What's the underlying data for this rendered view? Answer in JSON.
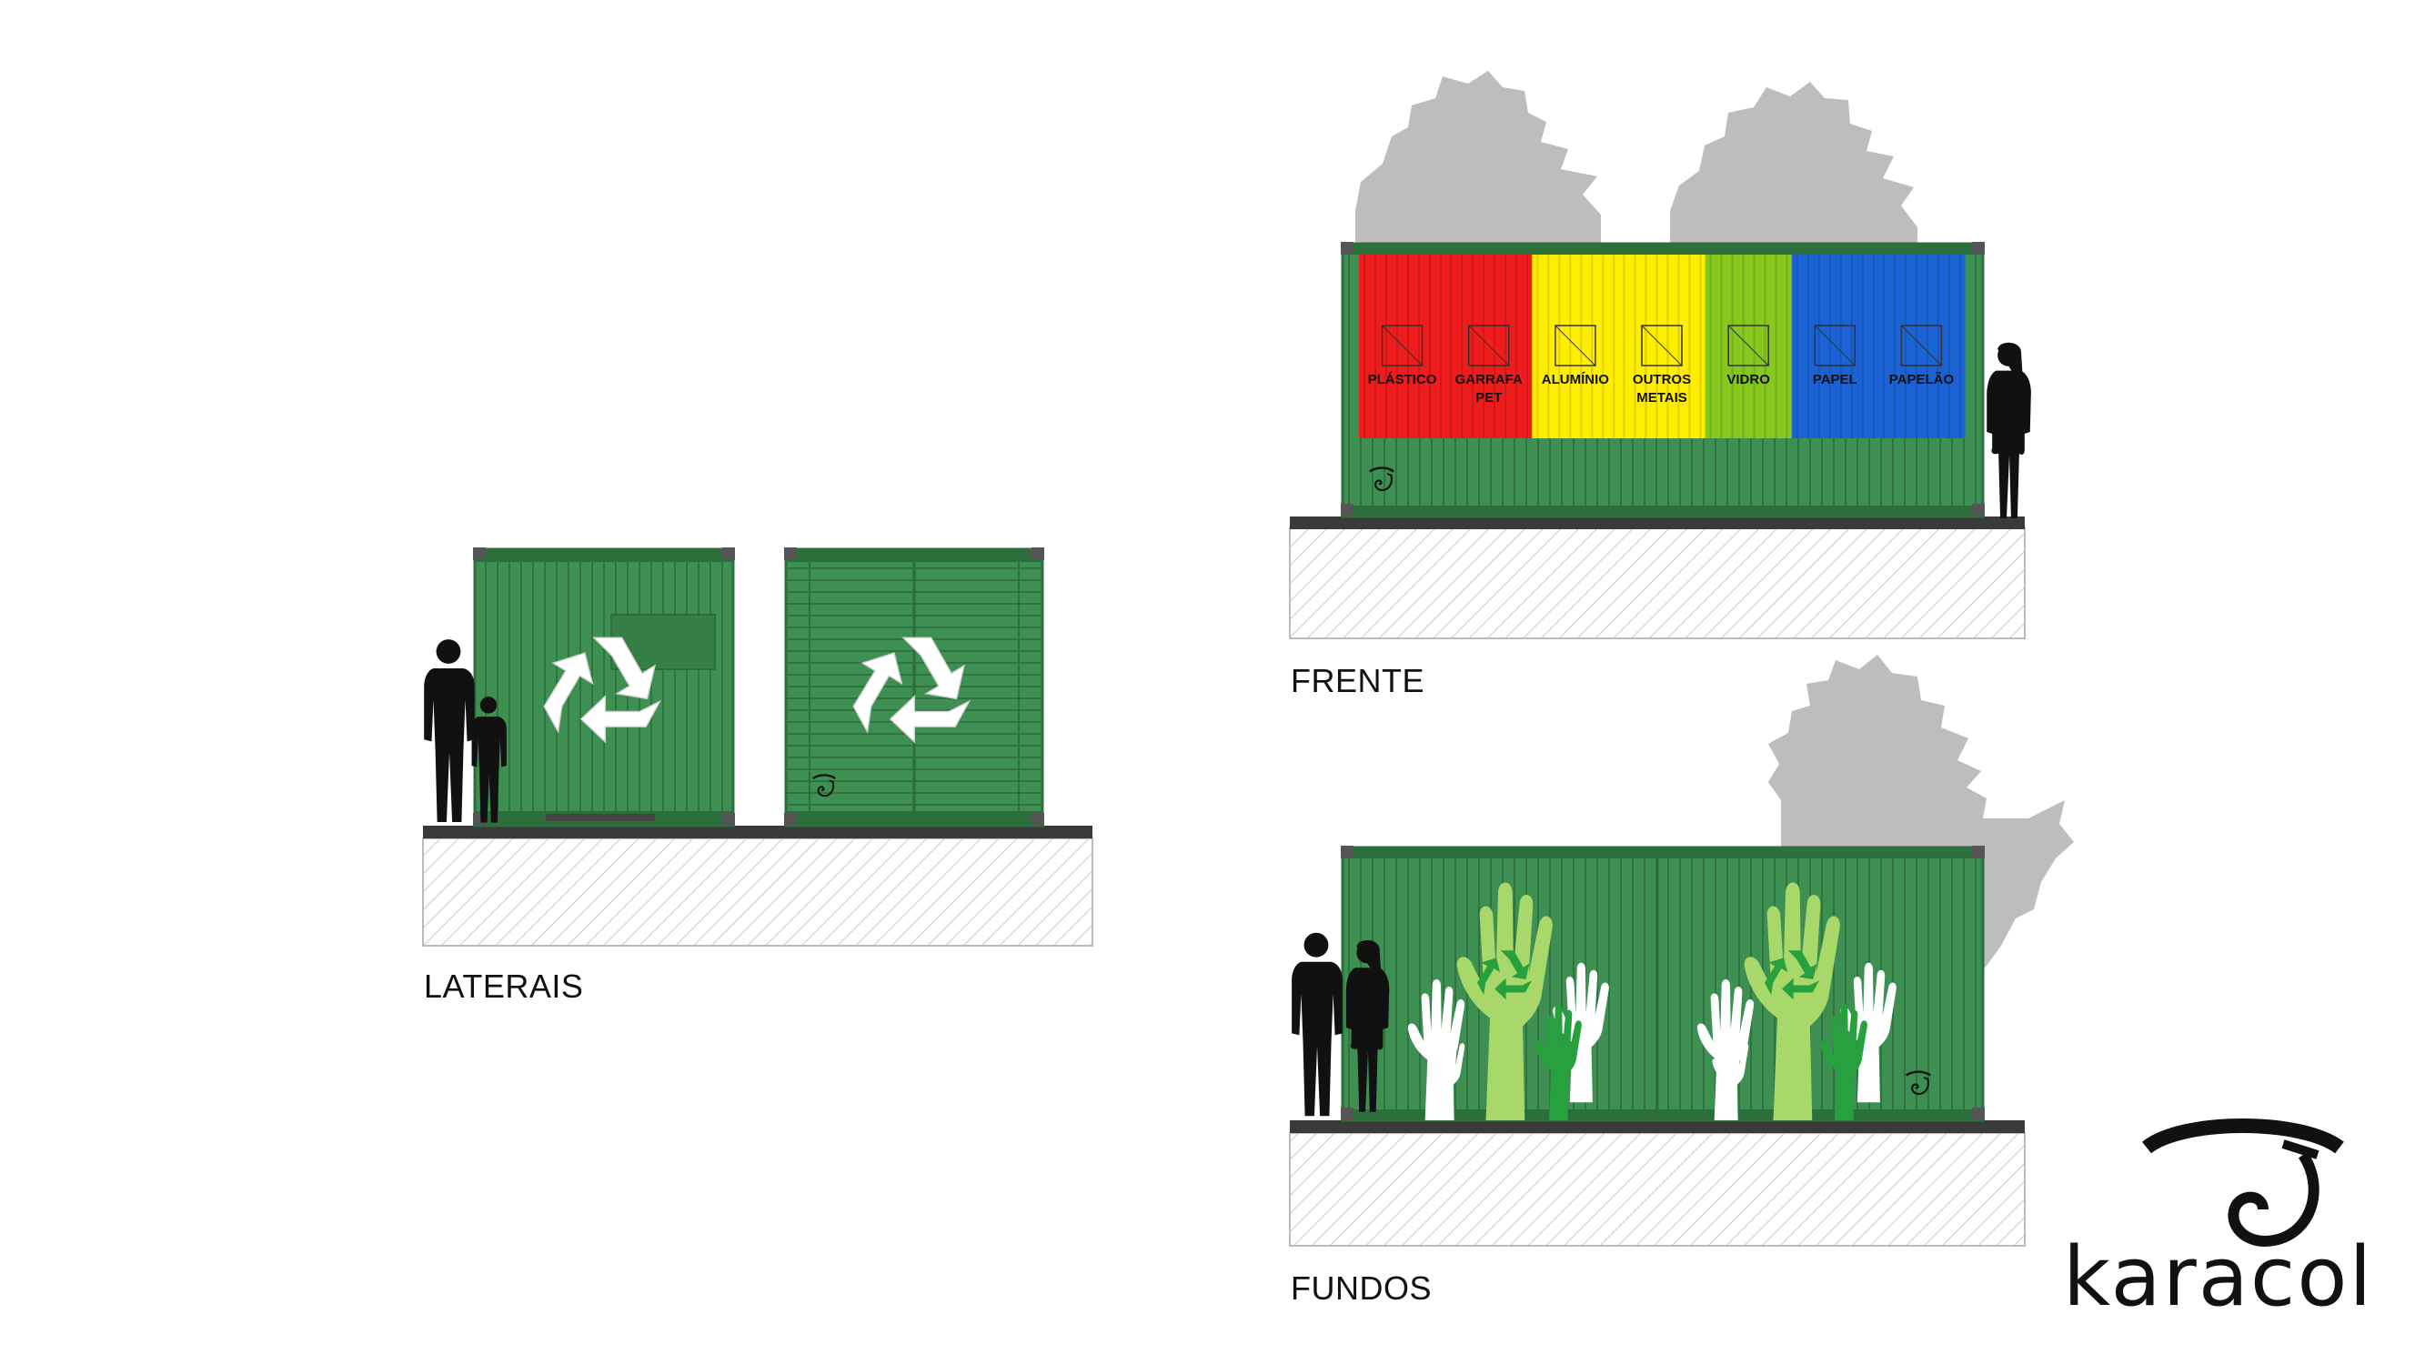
{
  "views": {
    "laterais": {
      "label": "LATERAIS"
    },
    "frente": {
      "label": "FRENTE"
    },
    "fundos": {
      "label": "FUNDOS"
    }
  },
  "bins": [
    {
      "label": "PLÁSTICO",
      "color": "#ee1c1c"
    },
    {
      "label": "GARRAFA PET",
      "color": "#ee1c1c"
    },
    {
      "label": "ALUMÍNIO",
      "color": "#ffee00"
    },
    {
      "label": "OUTROS METAIS",
      "color": "#ffee00"
    },
    {
      "label": "VIDRO",
      "color": "#86c81e"
    },
    {
      "label": "PAPEL",
      "color": "#1b63d4"
    },
    {
      "label": "PAPELÃO",
      "color": "#1b63d4"
    }
  ],
  "colors": {
    "container": "#3e8f52",
    "container_dark": "#2d6e3d",
    "tree": "#bdbdbd",
    "ground": "#3a3a3a",
    "silhouette": "#111111",
    "hand_light": "#a8d86a",
    "hand_white": "#ffffff",
    "hand_green": "#27a03e"
  },
  "icons": [
    "recycle-icon",
    "snail-logo-icon",
    "tree-icon",
    "person-silhouette-icon",
    "raised-hand-icon"
  ],
  "brand": {
    "name": "karacol"
  }
}
